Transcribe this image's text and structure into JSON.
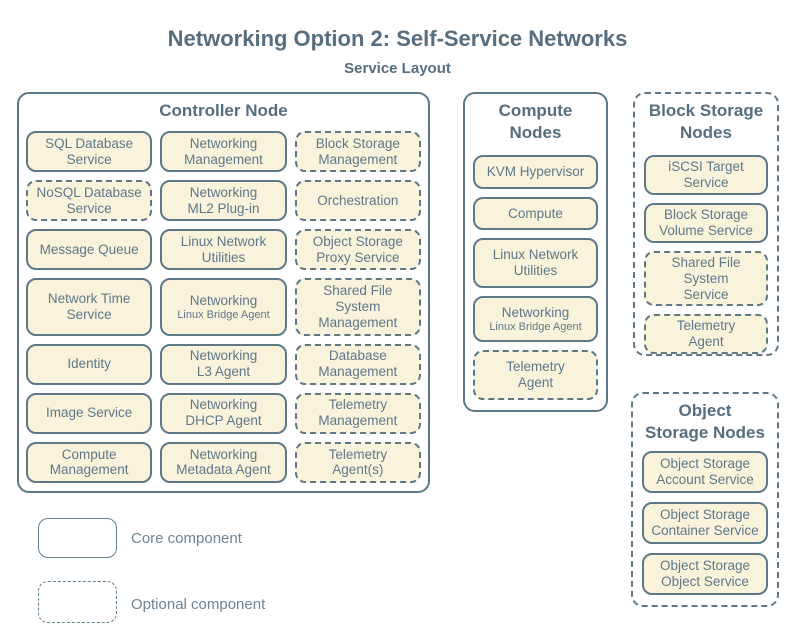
{
  "title": "Networking Option 2: Self-Service Networks",
  "subtitle": "Service Layout",
  "colors": {
    "box_fill": "#faf3dc",
    "line": "#5e7887",
    "heading_text": "#566e7e",
    "box_text": "#5e7888",
    "legend_text": "#6f8494"
  },
  "groups": [
    {
      "title": "Controller Node",
      "border": "solid",
      "items": [
        {
          "label": "SQL Database\nService",
          "style": "solid"
        },
        {
          "label": "Networking\nManagement",
          "style": "solid"
        },
        {
          "label": "Block Storage\nManagement",
          "style": "dashed"
        },
        {
          "label": "NoSQL Database\nService",
          "style": "dashed"
        },
        {
          "label": "Networking\nML2 Plug-in",
          "style": "solid"
        },
        {
          "label": "Orchestration",
          "style": "dashed"
        },
        {
          "label": "Message Queue",
          "style": "solid"
        },
        {
          "label": "Linux Network\nUtilities",
          "style": "solid"
        },
        {
          "label": "Object Storage\nProxy Service",
          "style": "dashed"
        },
        {
          "label": "Network Time\nService",
          "style": "solid"
        },
        {
          "label": "Networking",
          "sub": "Linux Bridge Agent",
          "style": "solid"
        },
        {
          "label": "Shared File System\nManagement",
          "style": "dashed"
        },
        {
          "label": "Identity",
          "style": "solid"
        },
        {
          "label": "Networking\nL3 Agent",
          "style": "solid"
        },
        {
          "label": "Database\nManagement",
          "style": "dashed"
        },
        {
          "label": "Image Service",
          "style": "solid"
        },
        {
          "label": "Networking\nDHCP Agent",
          "style": "solid"
        },
        {
          "label": "Telemetry\nManagement",
          "style": "dashed"
        },
        {
          "label": "Compute\nManagement",
          "style": "solid"
        },
        {
          "label": "Networking\nMetadata Agent",
          "style": "solid"
        },
        {
          "label": "Telemetry\nAgent(s)",
          "style": "dashed"
        }
      ]
    },
    {
      "title": "Compute\nNodes",
      "border": "solid",
      "items": [
        {
          "label": "KVM Hypervisor",
          "style": "solid"
        },
        {
          "label": "Compute",
          "style": "solid"
        },
        {
          "label": "Linux Network\nUtilities",
          "style": "solid"
        },
        {
          "label": "Networking",
          "sub": "Linux Bridge Agent",
          "style": "solid"
        },
        {
          "label": "Telemetry\nAgent",
          "style": "dashed"
        }
      ]
    },
    {
      "title": "Block Storage\nNodes",
      "border": "dashed",
      "items": [
        {
          "label": "iSCSI Target\nService",
          "style": "solid"
        },
        {
          "label": "Block Storage\nVolume Service",
          "style": "solid"
        },
        {
          "label": "Shared File System\nService",
          "style": "dashed"
        },
        {
          "label": "Telemetry\nAgent",
          "style": "dashed"
        }
      ]
    },
    {
      "title": "Object\nStorage Nodes",
      "border": "dashed",
      "items": [
        {
          "label": "Object Storage\nAccount Service",
          "style": "solid"
        },
        {
          "label": "Object Storage\nContainer Service",
          "style": "solid"
        },
        {
          "label": "Object Storage\nObject Service",
          "style": "solid"
        }
      ]
    }
  ],
  "legend": [
    {
      "style": "solid",
      "label": "Core component"
    },
    {
      "style": "dashed",
      "label": "Optional component"
    }
  ]
}
